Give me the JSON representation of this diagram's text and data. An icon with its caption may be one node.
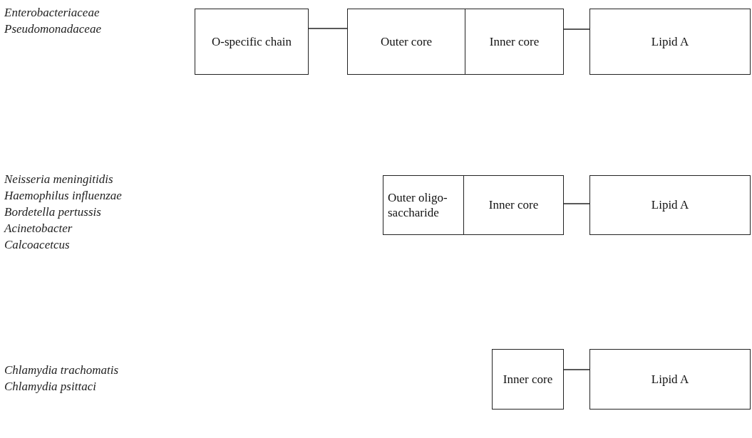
{
  "diagram": {
    "nodes": [
      {
        "text": [
          "O-specific chain"
        ]
      },
      {
        "text": [
          "Outer core"
        ]
      },
      {
        "text": [
          "Inner core"
        ]
      },
      {
        "text": [
          "Lipid A"
        ]
      },
      {
        "text": [
          "Outer oligo-saccharide"
        ]
      },
      {
        "text": [
          "Inner core"
        ]
      },
      {
        "text": [
          "Lipid A"
        ]
      },
      {
        "text": [
          "Inner core"
        ]
      },
      {
        "text": [
          "Lipid A"
        ]
      }
    ],
    "edges": [
      {
        "from": 0,
        "to": 1,
        "arrow": "none"
      },
      {
        "from": 2,
        "to": 3,
        "arrow": "none"
      },
      {
        "from": 5,
        "to": 6,
        "arrow": "none"
      },
      {
        "from": 7,
        "to": 8,
        "arrow": "none"
      }
    ],
    "labels": [
      "Enterobacteriaceae",
      "Pseudomonadaceae",
      "Neisseria meningitidis",
      "Haemophilus influenzae",
      "Bordetella pertussis",
      "Acinetobacter",
      "Calcoacetcus",
      "Chlamydia trachomatis",
      "Chlamydia psittaci"
    ]
  }
}
